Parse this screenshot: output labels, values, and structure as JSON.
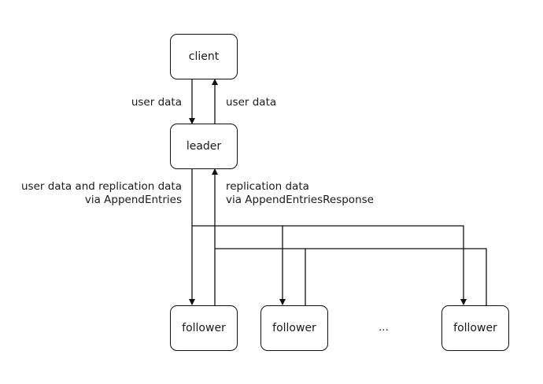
{
  "nodes": {
    "client": "client",
    "leader": "leader",
    "follower_1": "follower",
    "follower_2": "follower",
    "follower_3": "follower",
    "ellipsis": "..."
  },
  "labels": {
    "client_to_leader": "user data",
    "leader_to_client": "user data",
    "leader_to_followers_line1": "user data and replication data",
    "leader_to_followers_line2": "via AppendEntries",
    "followers_to_leader_line1": "replication data",
    "followers_to_leader_line2": "via AppendEntriesResponse"
  },
  "colors": {
    "line": "#111111",
    "background": "#ffffff"
  }
}
